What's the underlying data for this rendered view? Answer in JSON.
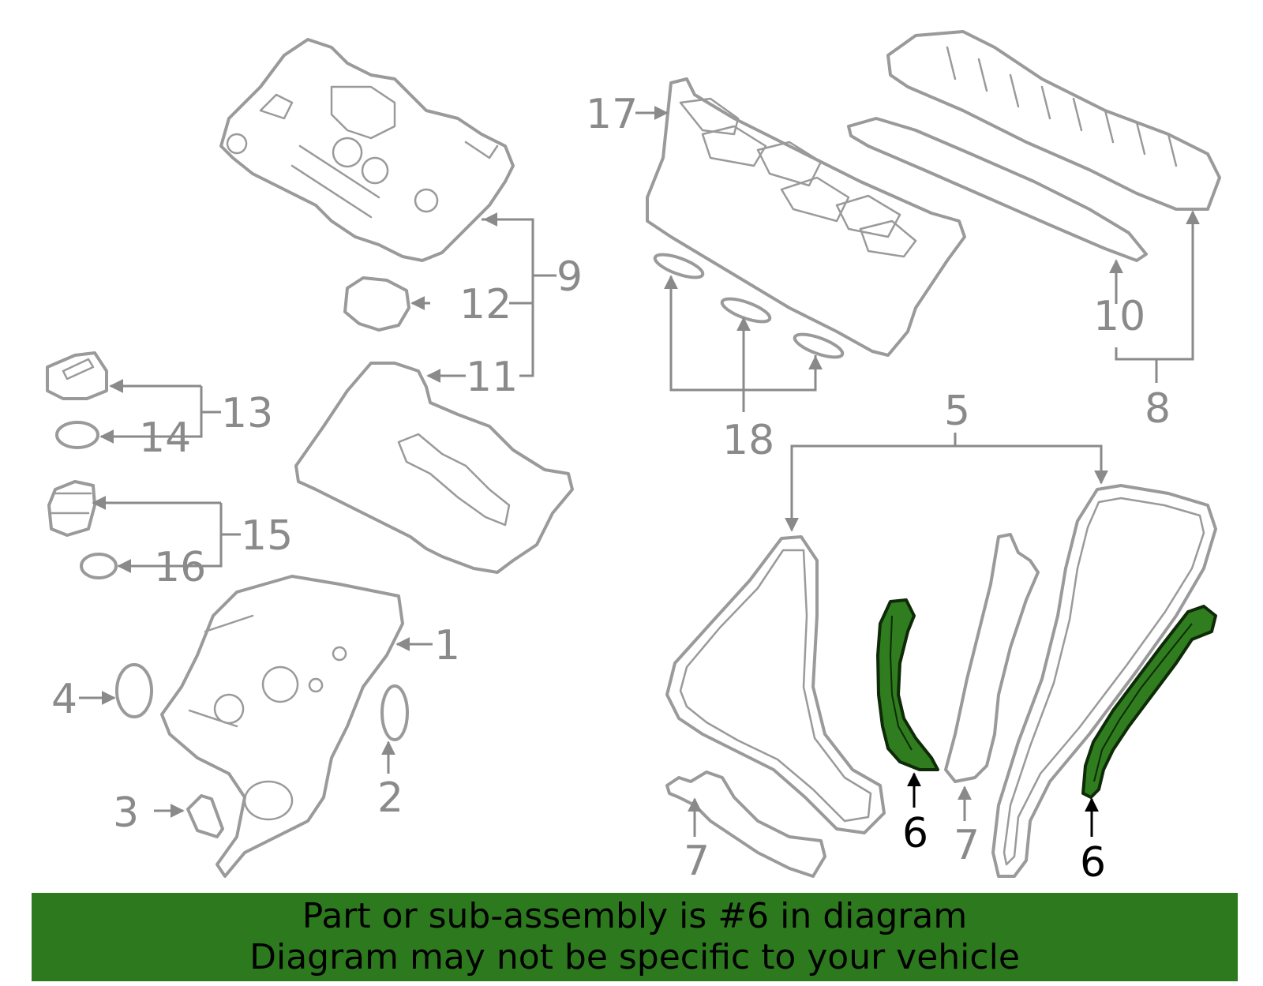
{
  "callouts": [
    {
      "id": "1",
      "label": "1"
    },
    {
      "id": "2",
      "label": "2"
    },
    {
      "id": "3",
      "label": "3"
    },
    {
      "id": "4",
      "label": "4"
    },
    {
      "id": "5",
      "label": "5"
    },
    {
      "id": "6a",
      "label": "6"
    },
    {
      "id": "6b",
      "label": "6"
    },
    {
      "id": "7a",
      "label": "7"
    },
    {
      "id": "7b",
      "label": "7"
    },
    {
      "id": "8",
      "label": "8"
    },
    {
      "id": "9",
      "label": "9"
    },
    {
      "id": "10",
      "label": "10"
    },
    {
      "id": "11",
      "label": "11"
    },
    {
      "id": "12",
      "label": "12"
    },
    {
      "id": "13",
      "label": "13"
    },
    {
      "id": "14",
      "label": "14"
    },
    {
      "id": "15",
      "label": "15"
    },
    {
      "id": "16",
      "label": "16"
    },
    {
      "id": "17",
      "label": "17"
    },
    {
      "id": "18",
      "label": "18"
    }
  ],
  "highlight": {
    "part_number": "6",
    "color": "#2d7a1e"
  },
  "banner": {
    "line1": "Part or sub-assembly is #6 in diagram",
    "line2": "Diagram may not be specific to your vehicle"
  }
}
